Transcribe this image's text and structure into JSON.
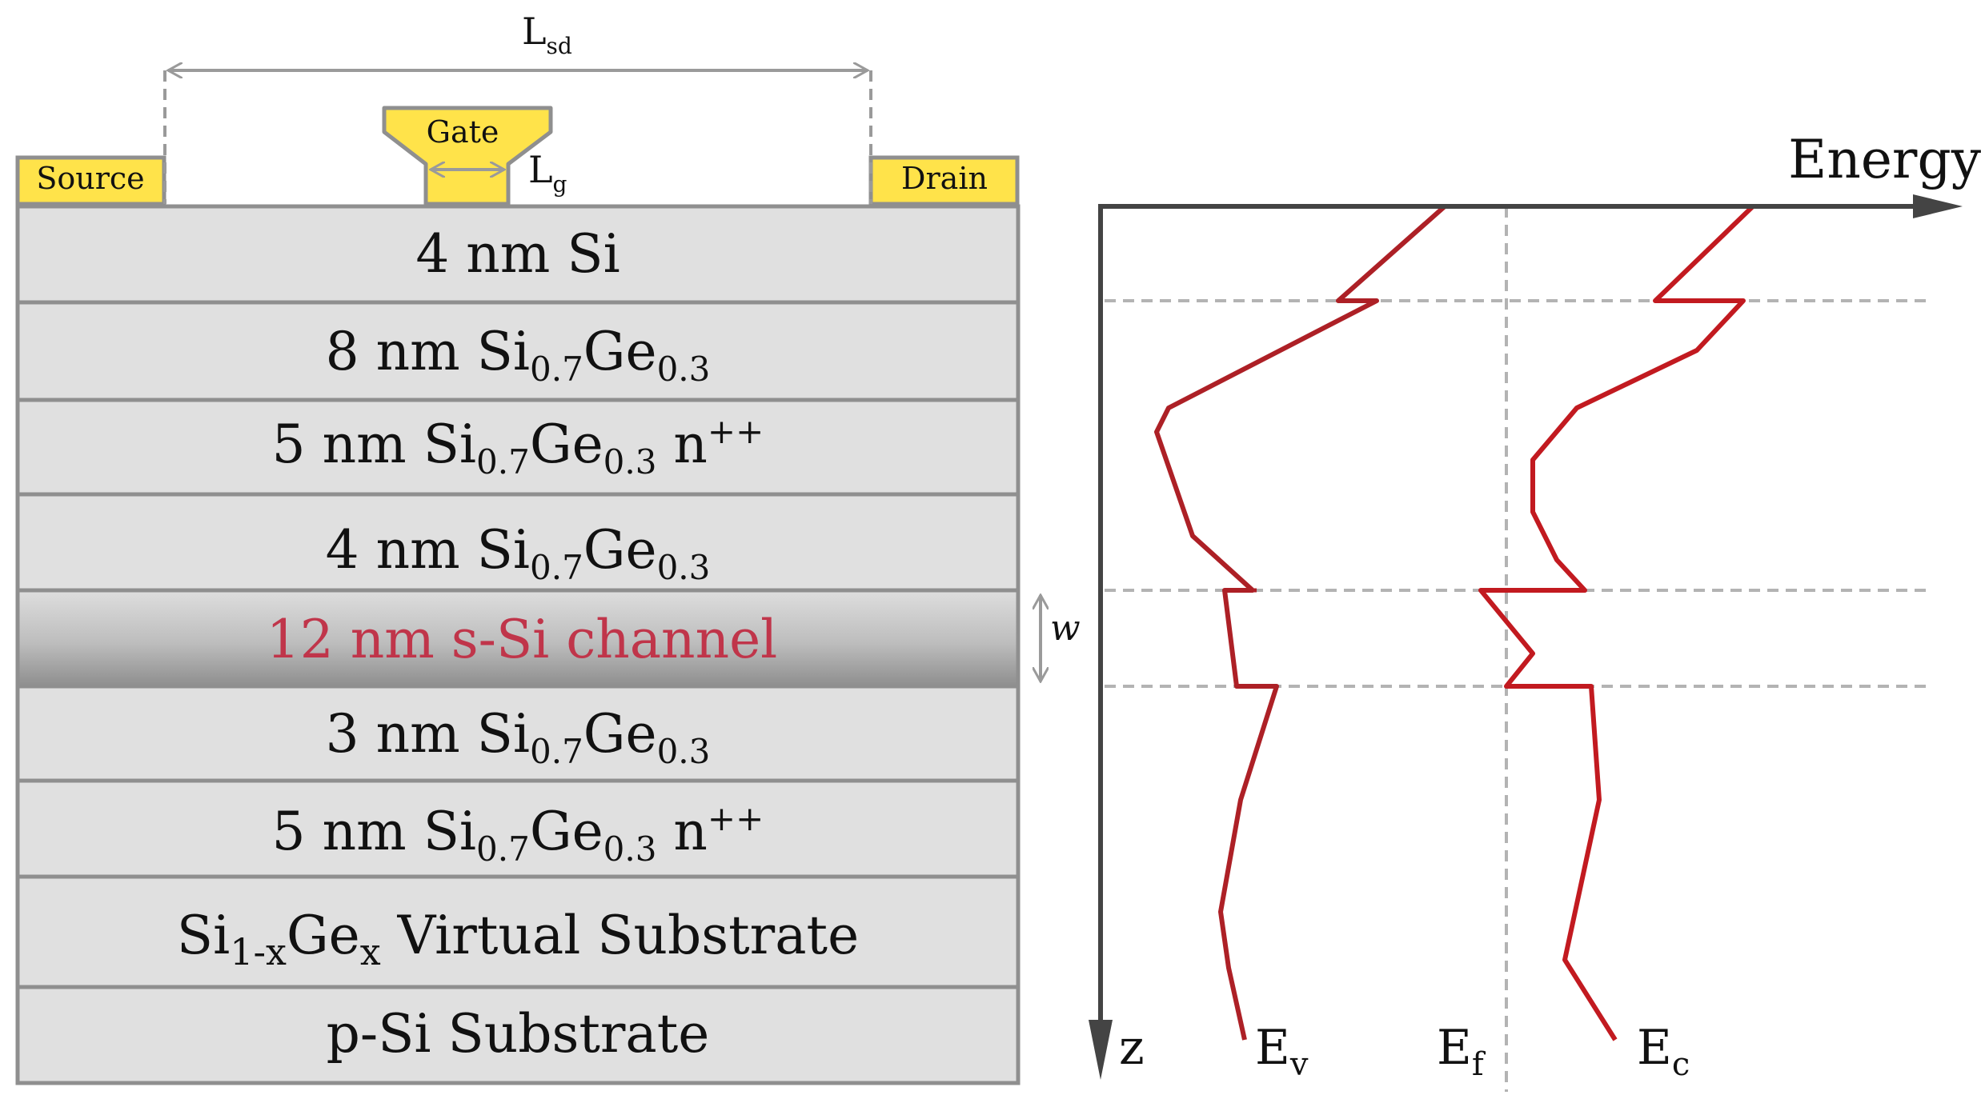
{
  "device": {
    "lsd_label": "L",
    "lsd_sub": "sd",
    "lg_label": "L",
    "lg_sub": "g",
    "gate_label": "Gate",
    "source_label": "Source",
    "drain_label": "Drain",
    "w_label": "w",
    "layers": [
      {
        "pre": "4 nm Si",
        "sub1": "",
        "mid": "",
        "sub2": "",
        "post": "",
        "sup": ""
      },
      {
        "pre": "8 nm Si",
        "sub1": "0.7",
        "mid": "Ge",
        "sub2": "0.3",
        "post": "",
        "sup": ""
      },
      {
        "pre": "5 nm Si",
        "sub1": "0.7",
        "mid": "Ge",
        "sub2": "0.3",
        "post": " n",
        "sup": "++"
      },
      {
        "pre": "4 nm Si",
        "sub1": "0.7",
        "mid": "Ge",
        "sub2": "0.3",
        "post": "",
        "sup": ""
      },
      {
        "pre": "12 nm s-Si channel",
        "sub1": "",
        "mid": "",
        "sub2": "",
        "post": "",
        "sup": ""
      },
      {
        "pre": "3 nm Si",
        "sub1": "0.7",
        "mid": "Ge",
        "sub2": "0.3",
        "post": "",
        "sup": ""
      },
      {
        "pre": "5 nm Si",
        "sub1": "0.7",
        "mid": "Ge",
        "sub2": "0.3",
        "post": " n",
        "sup": "++"
      },
      {
        "pre": "Si",
        "sub1": "1-x",
        "mid": "Ge",
        "sub2": "x",
        "post": " Virtual Substrate",
        "sup": ""
      },
      {
        "pre": "p-Si Substrate",
        "sub1": "",
        "mid": "",
        "sub2": "",
        "post": "",
        "sup": ""
      }
    ]
  },
  "band": {
    "energy_label": "Energy",
    "z_label": "z",
    "ev_main": "E",
    "ev_sub": "v",
    "ef_main": "E",
    "ef_sub": "f",
    "ec_main": "E",
    "ec_sub": "c"
  },
  "colors": {
    "layer_fill": "#e0e0e0",
    "layer_border": "#8f8f8f",
    "contact_fill": "#ffe34a",
    "channel_text": "#c0354a",
    "band_line": "#c21a20",
    "axis": "#444444",
    "dashed": "#b3b3b3"
  }
}
